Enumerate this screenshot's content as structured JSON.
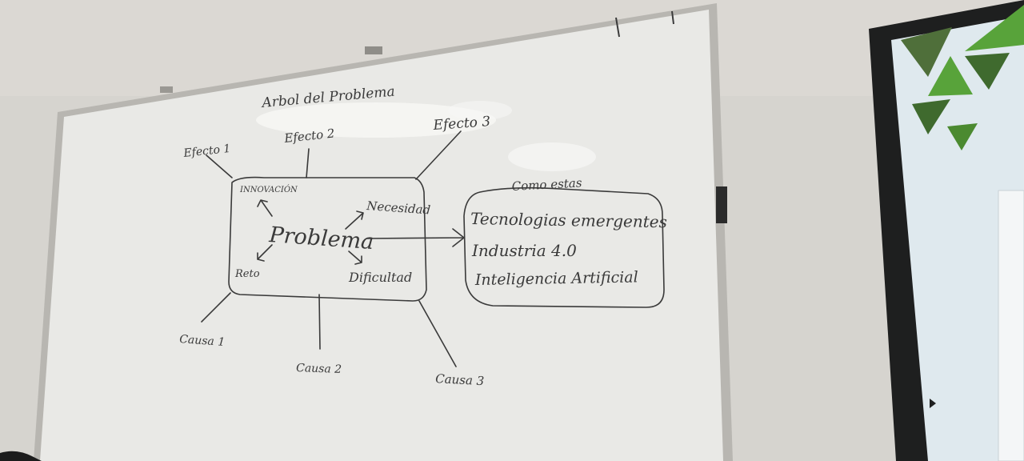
{
  "whiteboard": {
    "title": "Arbol del Problema",
    "center": "Problema",
    "effects": [
      "Efecto 1",
      "Efecto 2",
      "Efecto 3"
    ],
    "causes": [
      "Causa 1",
      "Causa 2",
      "Causa 3"
    ],
    "inner_labels": {
      "innovacion": "INNOVACIÓN",
      "necesidad": "Necesidad",
      "reto": "Reto",
      "dificultad": "Dificultad"
    },
    "side_box": {
      "heading": "Como estas",
      "lines": [
        "Tecnologias emergentes",
        "Industria 4.0",
        "Inteligencia Artificial"
      ]
    }
  },
  "colors": {
    "wall": "#d6d4cf",
    "board": "#e9e9e6",
    "board_frame": "#b8b6b1",
    "ink": "#3a3a3a",
    "screen_bezel": "#1e1f1f",
    "screen_bg": "#dfe9ee",
    "triangle_dark": "#4f7a3a",
    "triangle_light": "#58a33a"
  }
}
